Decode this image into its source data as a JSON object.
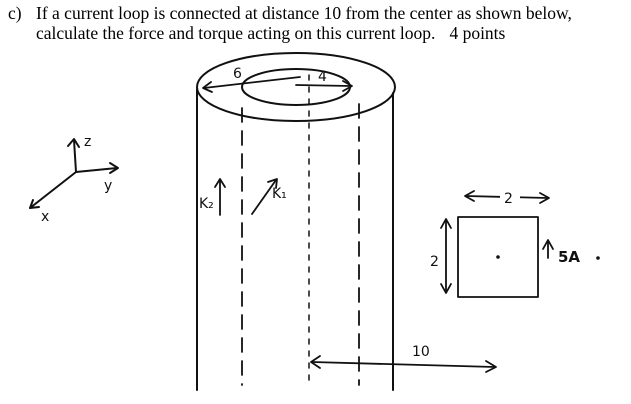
{
  "question": {
    "label": "c)",
    "line1": "If a current loop is connected at distance 10 from the center as shown below,",
    "line2": "calculate the force and torque acting on this current loop.",
    "points": "4 points"
  },
  "figure": {
    "outer_diameter_label": "6",
    "inner_diameter_label": "4",
    "k2_label": "K₂",
    "k1_label": "K₁",
    "distance_label": "10",
    "loop_width_label": "2",
    "loop_height_label": "2",
    "loop_current_label": "5A",
    "axes": {
      "z": "z",
      "y": "y",
      "x": "x"
    }
  }
}
